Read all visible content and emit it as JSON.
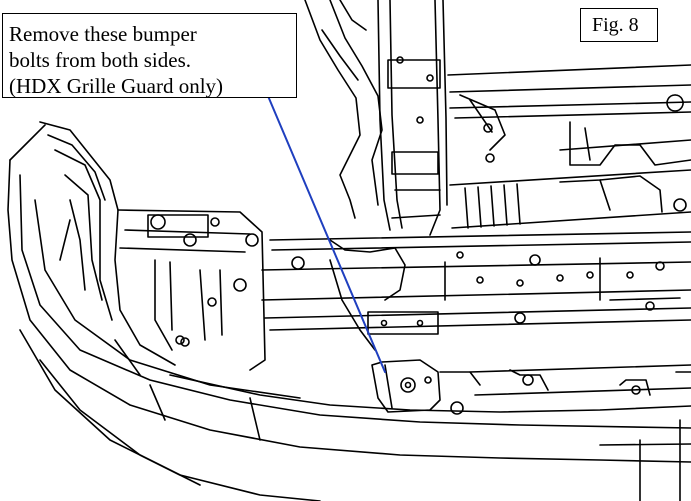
{
  "callout": {
    "line1": "Remove these bumper",
    "line2": "bolts from both sides.",
    "line3": "(HDX Grille Guard only)"
  },
  "figure_label": "Fig. 8",
  "colors": {
    "line_art": "#000000",
    "leader_line": "#1f3fbf",
    "background": "#ffffff"
  }
}
